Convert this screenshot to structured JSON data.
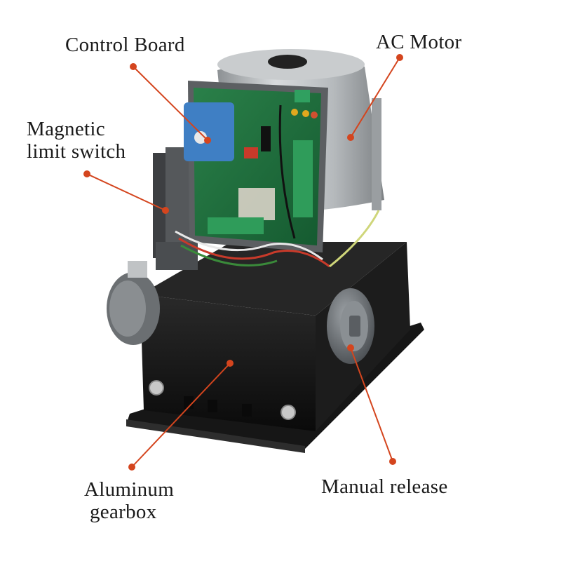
{
  "labels": {
    "control_board": "Control Board",
    "ac_motor": "AC Motor",
    "magnetic_line1": "Magnetic",
    "magnetic_line2": "limit switch",
    "aluminum_line1": "Aluminum",
    "aluminum_line2": "gearbox",
    "manual_release": "Manual release"
  },
  "colors": {
    "callout": "#d4451e",
    "text": "#1a1a1a",
    "housing": "#141414",
    "motor": "#b8bcbf",
    "pcb": "#1f6b3c",
    "transformer": "#3f7fc4"
  }
}
